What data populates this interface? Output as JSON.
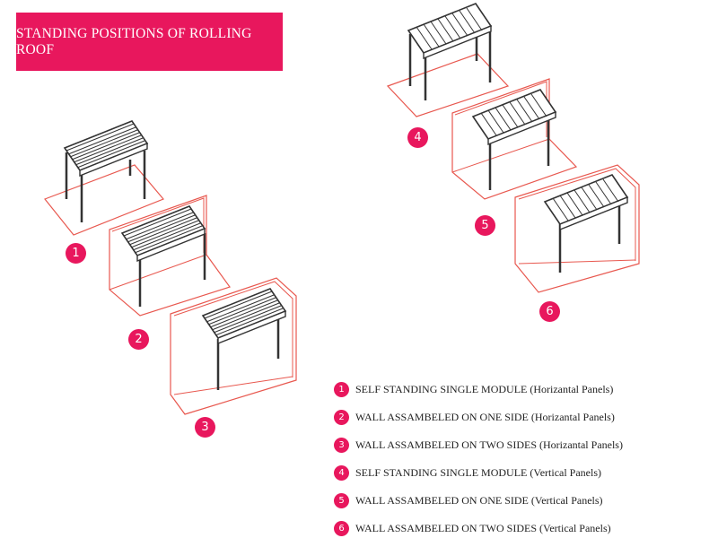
{
  "title": "STANDING POSITIONS OF ROLLING ROOF",
  "colors": {
    "accent": "#e8175d",
    "line": "#e8584f",
    "ink": "#333333"
  },
  "badges": [
    "1",
    "2",
    "3",
    "4",
    "5",
    "6"
  ],
  "legend": [
    {
      "num": "1",
      "text": "SELF STANDING SINGLE MODULE (Horizantal Panels)"
    },
    {
      "num": "2",
      "text": "WALL ASSAMBELED ON ONE SIDE (Horizantal Panels)"
    },
    {
      "num": "3",
      "text": "WALL ASSAMBELED ON TWO SIDES (Horizantal Panels)"
    },
    {
      "num": "4",
      "text": "SELF STANDING SINGLE MODULE (Vertical Panels)"
    },
    {
      "num": "5",
      "text": "WALL ASSAMBELED ON ONE SIDE (Vertical Panels)"
    },
    {
      "num": "6",
      "text": "WALL ASSAMBELED ON TWO SIDES (Vertical Panels)"
    }
  ]
}
